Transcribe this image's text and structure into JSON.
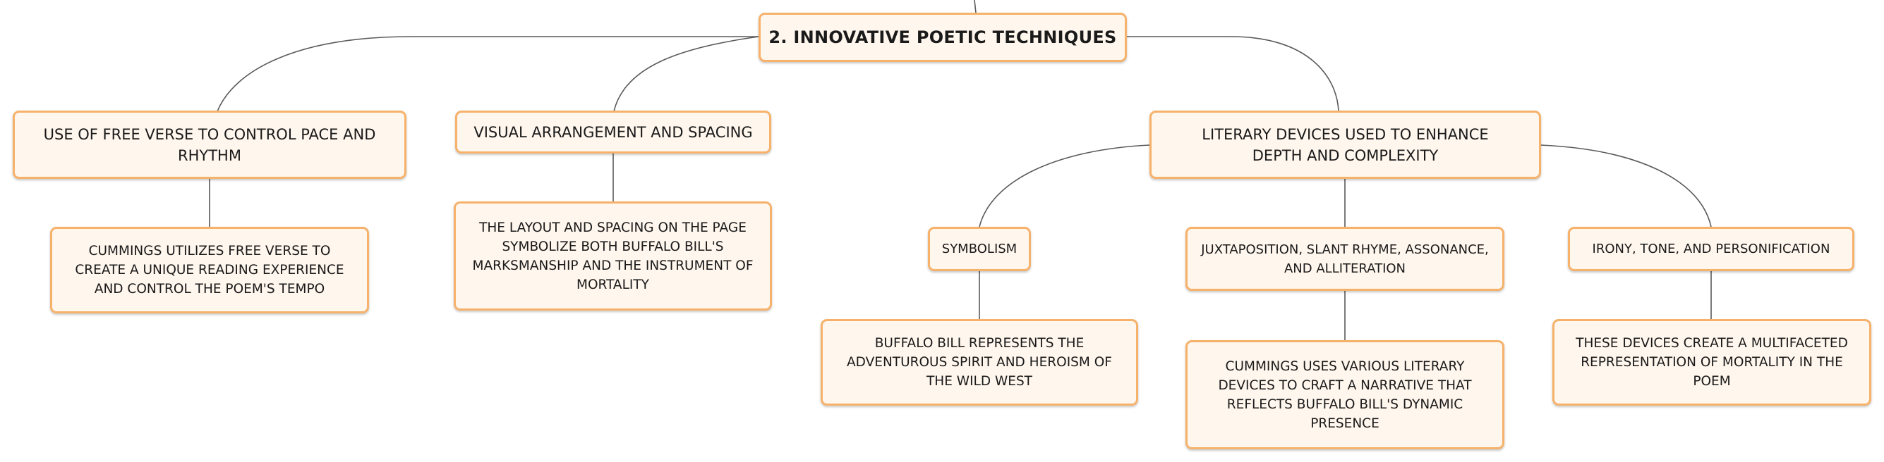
{
  "diagram": {
    "root": {
      "label": "2. INNOVATIVE POETIC TECHNIQUES"
    },
    "branches": [
      {
        "label": "USE OF FREE VERSE TO CONTROL PACE AND RHYTHM",
        "detail": "CUMMINGS UTILIZES FREE VERSE TO CREATE A UNIQUE READING EXPERIENCE AND CONTROL THE POEM'S TEMPO"
      },
      {
        "label": "VISUAL ARRANGEMENT AND SPACING",
        "detail": "THE LAYOUT AND SPACING ON THE PAGE SYMBOLIZE BOTH BUFFALO BILL'S MARKSMANSHIP AND THE INSTRUMENT OF MORTALITY"
      },
      {
        "label": "LITERARY DEVICES USED TO ENHANCE DEPTH AND COMPLEXITY",
        "children": [
          {
            "label": "SYMBOLISM",
            "detail": "BUFFALO BILL REPRESENTS THE ADVENTUROUS SPIRIT AND HEROISM OF THE WILD WEST"
          },
          {
            "label": "JUXTAPOSITION, SLANT RHYME, ASSONANCE, AND ALLITERATION",
            "detail": "CUMMINGS USES VARIOUS LITERARY DEVICES TO CRAFT A NARRATIVE THAT REFLECTS BUFFALO BILL'S DYNAMIC PRESENCE"
          },
          {
            "label": "IRONY, TONE, AND PERSONIFICATION",
            "detail": "THESE DEVICES CREATE A MULTIFACETED REPRESENTATION OF MORTALITY IN THE POEM"
          }
        ]
      }
    ]
  },
  "colors": {
    "node_fill": "#fff6ed",
    "node_border": "#f6b26b",
    "connector": "#5a5a5a"
  }
}
